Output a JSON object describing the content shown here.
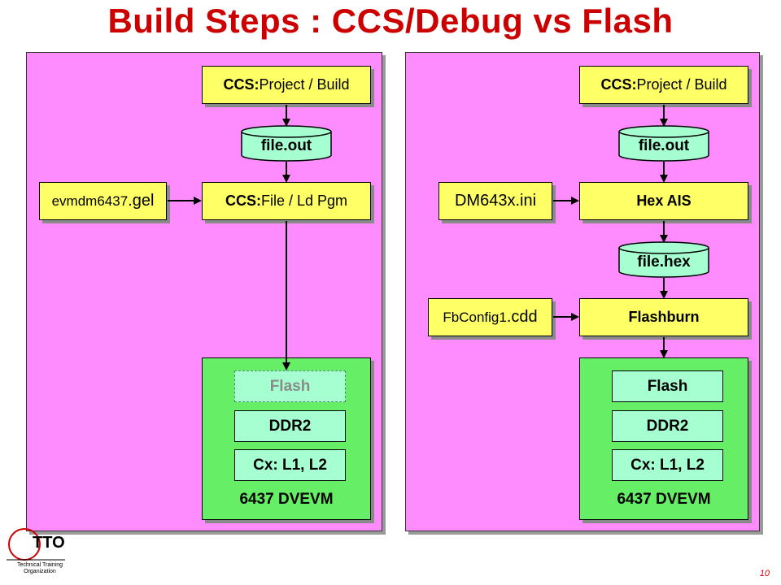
{
  "title": "Build Steps : CCS/Debug vs Flash",
  "left": {
    "ccs_build_prefix": "CCS:",
    "ccs_build_rest": " Project / Build",
    "file_out": "file.out",
    "gel_main": "evmdm6437",
    "gel_ext": ".gel",
    "ccs_load_prefix": "CCS:",
    "ccs_load_rest": " File / Ld Pgm",
    "flash": "Flash",
    "ddr2": "DDR2",
    "cache": "Cx: L1, L2",
    "board": "6437 DVEVM"
  },
  "right": {
    "ccs_build_prefix": "CCS:",
    "ccs_build_rest": " Project / Build",
    "file_out": "file.out",
    "ini": "DM643x.ini",
    "hex_ais": "Hex AIS",
    "file_hex": "file.hex",
    "cdd_main": "FbConfig1",
    "cdd_ext": ".cdd",
    "flashburn": "Flashburn",
    "flash": "Flash",
    "ddr2": "DDR2",
    "cache": "Cx: L1, L2",
    "board": "6437 DVEVM"
  },
  "logo": {
    "letters": "TTO",
    "line1": "Technical Training",
    "line2": "Organization"
  },
  "page_number": "10",
  "colors": {
    "title": "#cc0000",
    "panel": "#ff8cff",
    "step_box": "#ffff66",
    "file_cylinder": "#a6ffd0",
    "board": "#66ee66"
  }
}
